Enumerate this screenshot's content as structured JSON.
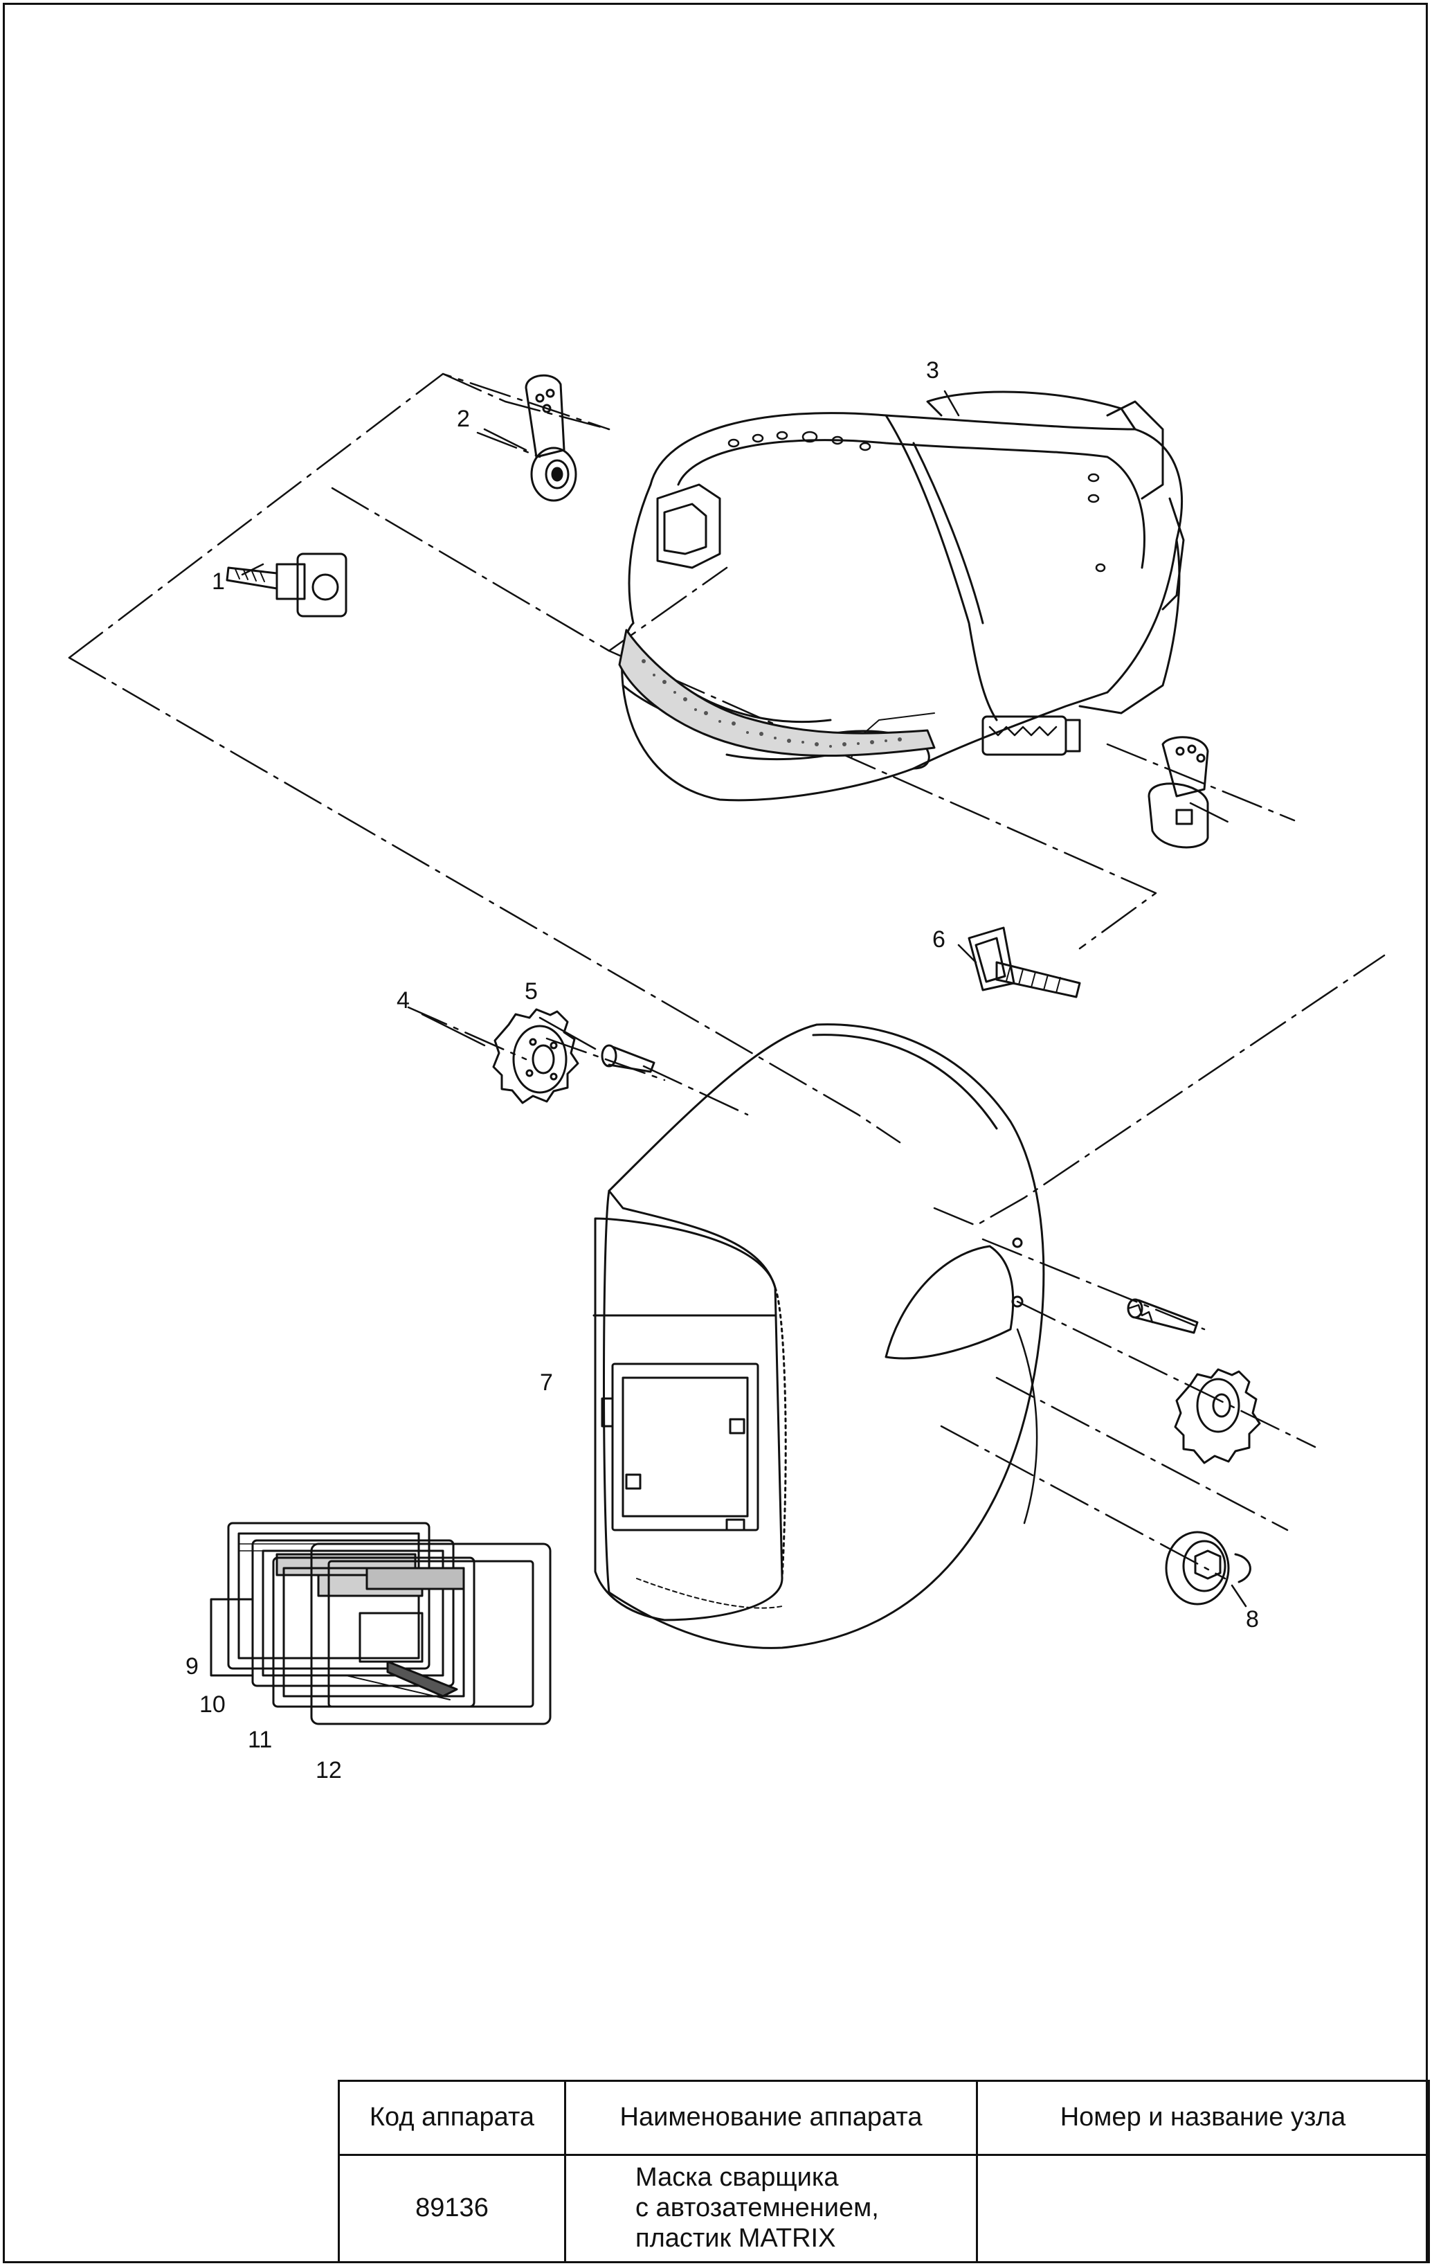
{
  "callouts": [
    "1",
    "2",
    "3",
    "4",
    "5",
    "6",
    "7",
    "8",
    "9",
    "10",
    "11",
    "12"
  ],
  "stamp": {
    "headers": [
      "Код аппарата",
      "Наименование аппарата",
      "Номер и название узла"
    ],
    "code": "89136",
    "name_lines": [
      "Маска сварщика",
      "с автозатемнением,",
      "пластик MATRIX"
    ],
    "unit": ""
  }
}
